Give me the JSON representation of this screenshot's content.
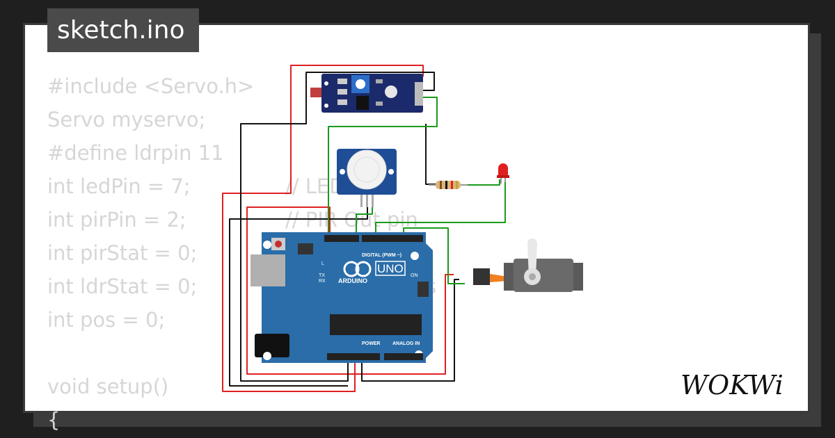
{
  "title": "sketch.ino",
  "code_lines": [
    "#include <Servo.h>",
    "Servo myservo;",
    "#define ldrpin 11",
    "int ledPin = 7;",
    "int pirPin = 2;",
    "int pirStat = 0;",
    "int ldrStat = 0;",
    "int pos = 0;",
    "",
    "void setup()",
    "{"
  ],
  "comments": [
    "// LED",
    "// PIR Out pin",
    "s",
    "s"
  ],
  "board": {
    "brand": "ARDUINO",
    "model": "UNO",
    "digital_label": "DIGITAL (PWM ~)",
    "power_label": "POWER",
    "analog_label": "ANALOG IN",
    "on_label": "ON",
    "tx_label": "TX",
    "rx_label": "RX",
    "l_label": "L"
  },
  "logo_text": "WOKWi",
  "wire_colors": {
    "red": "#e02020",
    "black": "#111111",
    "green": "#1a9a1a",
    "orange": "#f08020",
    "brown": "#8a4a1a"
  }
}
